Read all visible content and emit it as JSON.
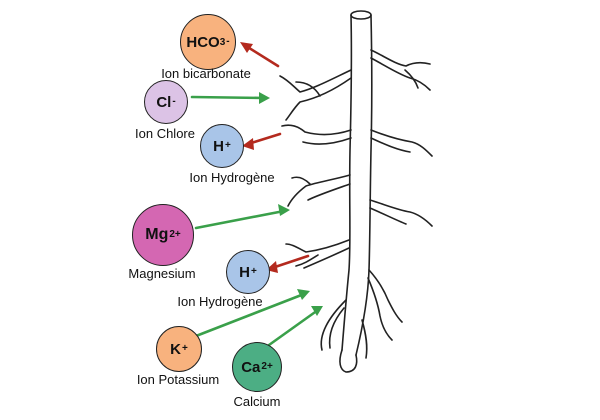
{
  "ions": [
    {
      "id": "bicarbonate",
      "base": "HCO",
      "sub": "3",
      "sup": "-",
      "label": "Ion bicarbonate",
      "color": "#f8b27e",
      "direction": "out"
    },
    {
      "id": "chloride",
      "base": "Cl",
      "sub": "",
      "sup": "-",
      "label": "Ion Chlore",
      "color": "#dcc3e6",
      "direction": "in"
    },
    {
      "id": "hydrogen-1",
      "base": "H",
      "sub": "",
      "sup": "+",
      "label": "Ion Hydrogène",
      "color": "#a9c5e8",
      "direction": "out"
    },
    {
      "id": "magnesium",
      "base": "Mg",
      "sub": "",
      "sup": "2+",
      "label": "Magnesium",
      "color": "#d467b2",
      "direction": "in"
    },
    {
      "id": "hydrogen-2",
      "base": "H",
      "sub": "",
      "sup": "+",
      "label": "Ion Hydrogène",
      "color": "#a9c5e8",
      "direction": "out"
    },
    {
      "id": "potassium",
      "base": "K",
      "sub": "",
      "sup": "+",
      "label": "Ion Potassium",
      "color": "#f8b27e",
      "direction": "in"
    },
    {
      "id": "calcium",
      "base": "Ca",
      "sub": "",
      "sup": "2+",
      "label": "Calcium",
      "color": "#4cae84",
      "direction": "in"
    }
  ],
  "colors": {
    "uptake_arrow": "#3aa04a",
    "release_arrow": "#b42a1e",
    "root_outline": "#222222"
  }
}
